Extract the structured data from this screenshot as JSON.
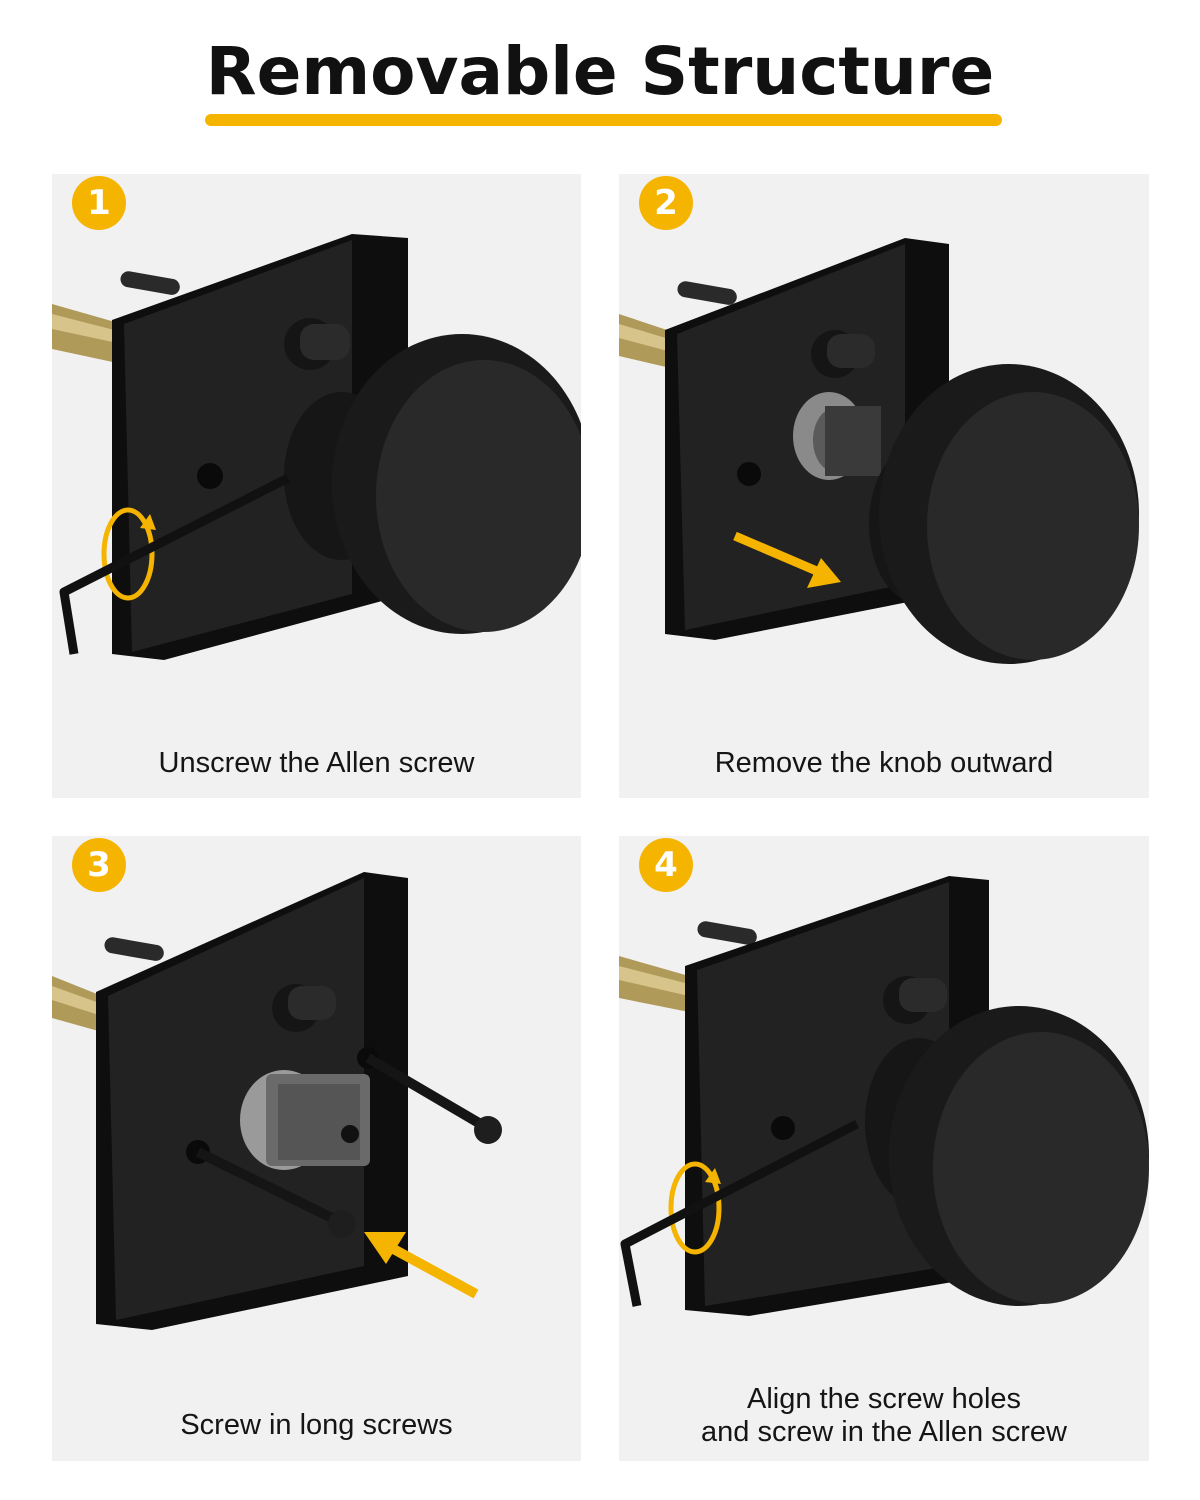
{
  "title": "Removable Structure",
  "colors": {
    "accent": "#f5b400",
    "panel_bg": "#f1f1f1",
    "hardware": "#1c1c1c",
    "text": "#151515"
  },
  "steps": [
    {
      "number": "1",
      "caption": "Unscrew the Allen screw",
      "icons": [
        "lock-illustration",
        "rotate-arrow-icon",
        "allen-key-icon"
      ]
    },
    {
      "number": "2",
      "caption": "Remove the knob outward",
      "icons": [
        "lock-illustration",
        "arrow-icon"
      ]
    },
    {
      "number": "3",
      "caption": "Screw in long screws",
      "icons": [
        "lock-illustration",
        "screw-icon",
        "arrow-icon"
      ]
    },
    {
      "number": "4",
      "caption_lines": [
        "Align the screw holes",
        "and screw in the Allen screw"
      ],
      "icons": [
        "lock-illustration",
        "rotate-arrow-icon",
        "allen-key-icon"
      ]
    }
  ]
}
